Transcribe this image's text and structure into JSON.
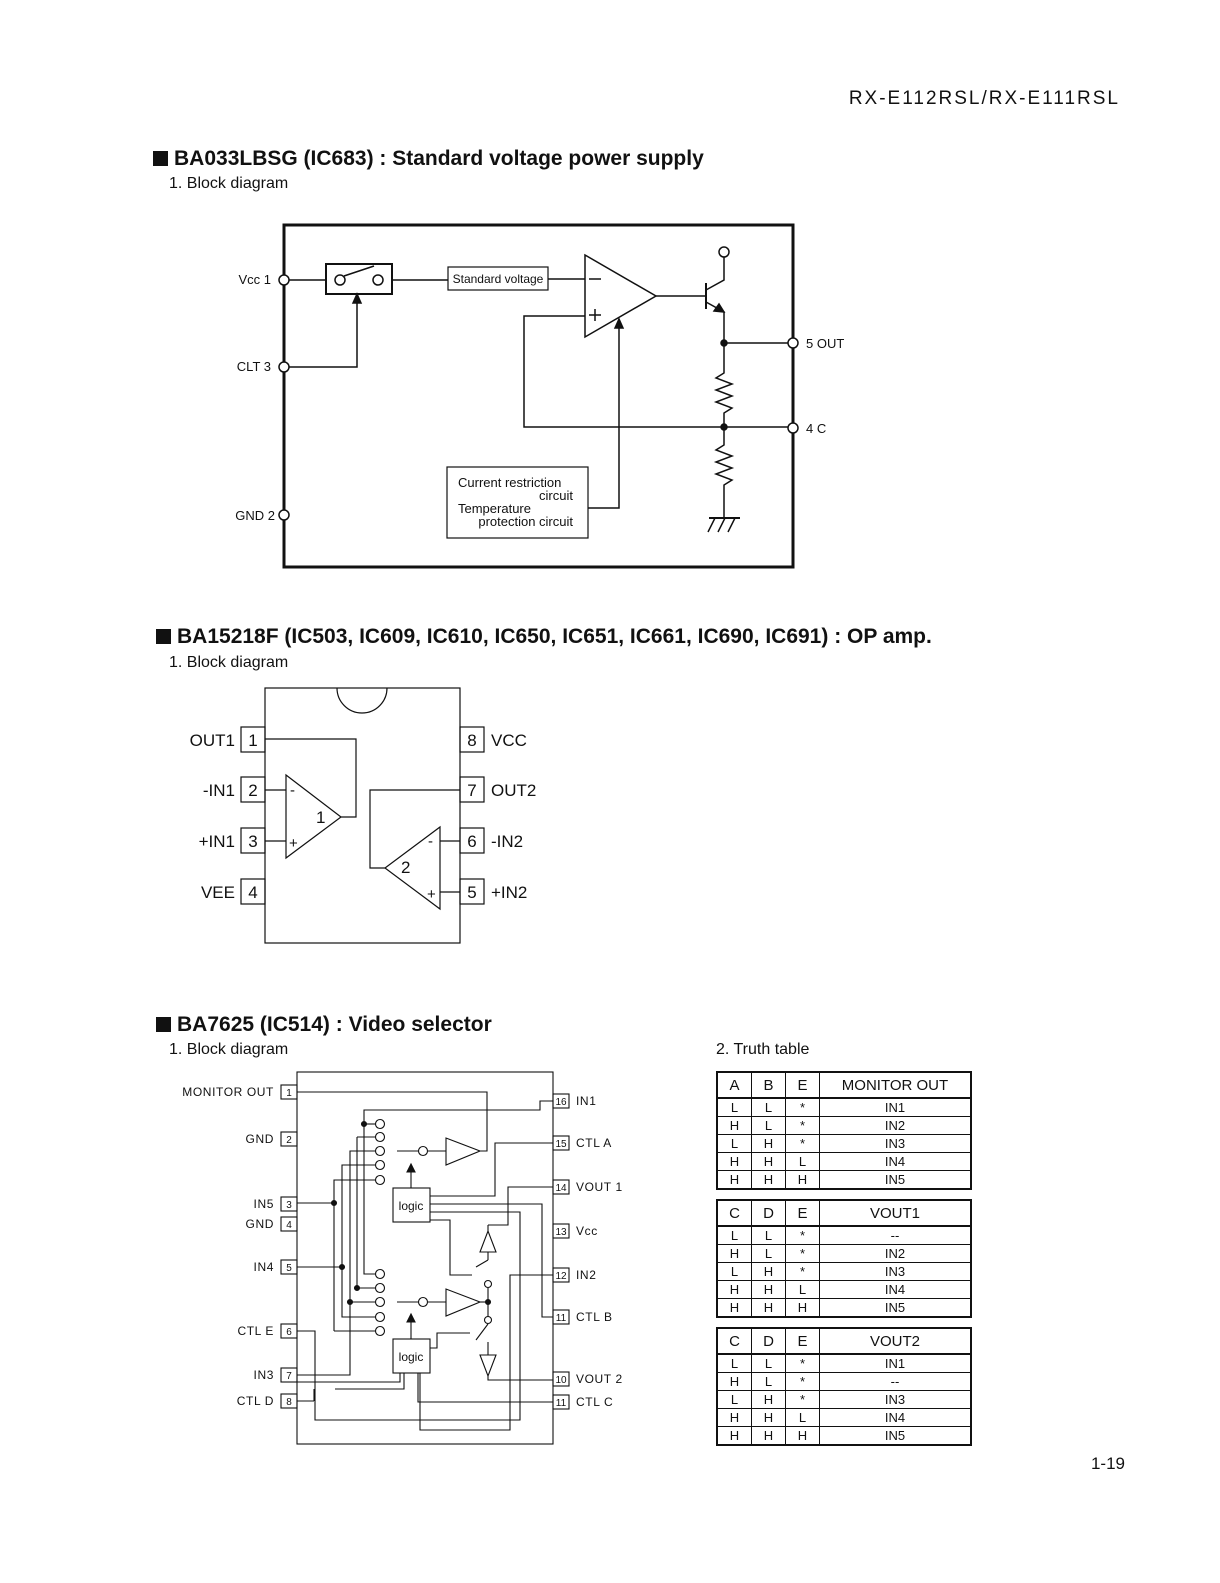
{
  "header": {
    "model": "RX-E112RSL/RX-E111RSL"
  },
  "page_number": "1-19",
  "sections": [
    {
      "title": "BA033LBSG (IC683) : Standard voltage power supply",
      "subtitle": "1. Block diagram",
      "pins": {
        "vcc": "Vcc  1",
        "clt": "CLT  3",
        "gnd": "GND  2",
        "out": "5  OUT",
        "c": "4  C"
      },
      "blocks": {
        "standard_voltage": "Standard voltage",
        "current_line1": "Current restriction",
        "current_line2": "circuit",
        "temp_line1": "Temperature",
        "temp_line2": "protection circuit"
      }
    },
    {
      "title": "BA15218F (IC503, IC609, IC610, IC650, IC651, IC661, IC690, IC691) : OP amp.",
      "subtitle": "1. Block diagram",
      "pins_left": [
        {
          "name": "OUT1",
          "num": "1"
        },
        {
          "name": "-IN1",
          "num": "2"
        },
        {
          "name": "+IN1",
          "num": "3"
        },
        {
          "name": "VEE",
          "num": "4"
        }
      ],
      "pins_right": [
        {
          "name": "VCC",
          "num": "8"
        },
        {
          "name": "OUT2",
          "num": "7"
        },
        {
          "name": "-IN2",
          "num": "6"
        },
        {
          "name": "+IN2",
          "num": "5"
        }
      ],
      "amps": {
        "a1": "1",
        "a2": "2",
        "minus": "-",
        "plus": "+"
      }
    },
    {
      "title": "BA7625 (IC514) : Video selector",
      "subtitle": "1. Block diagram",
      "pins_left": [
        {
          "name": "MONITOR OUT",
          "num": "1"
        },
        {
          "name": "GND",
          "num": "2"
        },
        {
          "name": "IN5",
          "num": "3"
        },
        {
          "name": "GND",
          "num": "4"
        },
        {
          "name": "IN4",
          "num": "5"
        },
        {
          "name": "CTL E",
          "num": "6"
        },
        {
          "name": "IN3",
          "num": "7"
        },
        {
          "name": "CTL D",
          "num": "8"
        }
      ],
      "pins_right": [
        {
          "name": "IN1",
          "num": "16"
        },
        {
          "name": "CTL A",
          "num": "15"
        },
        {
          "name": "VOUT 1",
          "num": "14"
        },
        {
          "name": "Vcc",
          "num": "13"
        },
        {
          "name": "IN2",
          "num": "12"
        },
        {
          "name": "CTL B",
          "num": "11"
        },
        {
          "name": "VOUT 2",
          "num": "10"
        },
        {
          "name": "CTL C",
          "num": "11"
        }
      ],
      "logic_label": "logic",
      "truth_table_title": "2. Truth table",
      "truth_tables": [
        {
          "headers": [
            "A",
            "B",
            "E",
            "MONITOR OUT"
          ],
          "rows": [
            [
              "L",
              "L",
              "*",
              "IN1"
            ],
            [
              "H",
              "L",
              "*",
              "IN2"
            ],
            [
              "L",
              "H",
              "*",
              "IN3"
            ],
            [
              "H",
              "H",
              "L",
              "IN4"
            ],
            [
              "H",
              "H",
              "H",
              "IN5"
            ]
          ]
        },
        {
          "headers": [
            "C",
            "D",
            "E",
            "VOUT1"
          ],
          "rows": [
            [
              "L",
              "L",
              "*",
              "--"
            ],
            [
              "H",
              "L",
              "*",
              "IN2"
            ],
            [
              "L",
              "H",
              "*",
              "IN3"
            ],
            [
              "H",
              "H",
              "L",
              "IN4"
            ],
            [
              "H",
              "H",
              "H",
              "IN5"
            ]
          ]
        },
        {
          "headers": [
            "C",
            "D",
            "E",
            "VOUT2"
          ],
          "rows": [
            [
              "L",
              "L",
              "*",
              "IN1"
            ],
            [
              "H",
              "L",
              "*",
              "--"
            ],
            [
              "L",
              "H",
              "*",
              "IN3"
            ],
            [
              "H",
              "H",
              "L",
              "IN4"
            ],
            [
              "H",
              "H",
              "H",
              "IN5"
            ]
          ]
        }
      ]
    }
  ]
}
